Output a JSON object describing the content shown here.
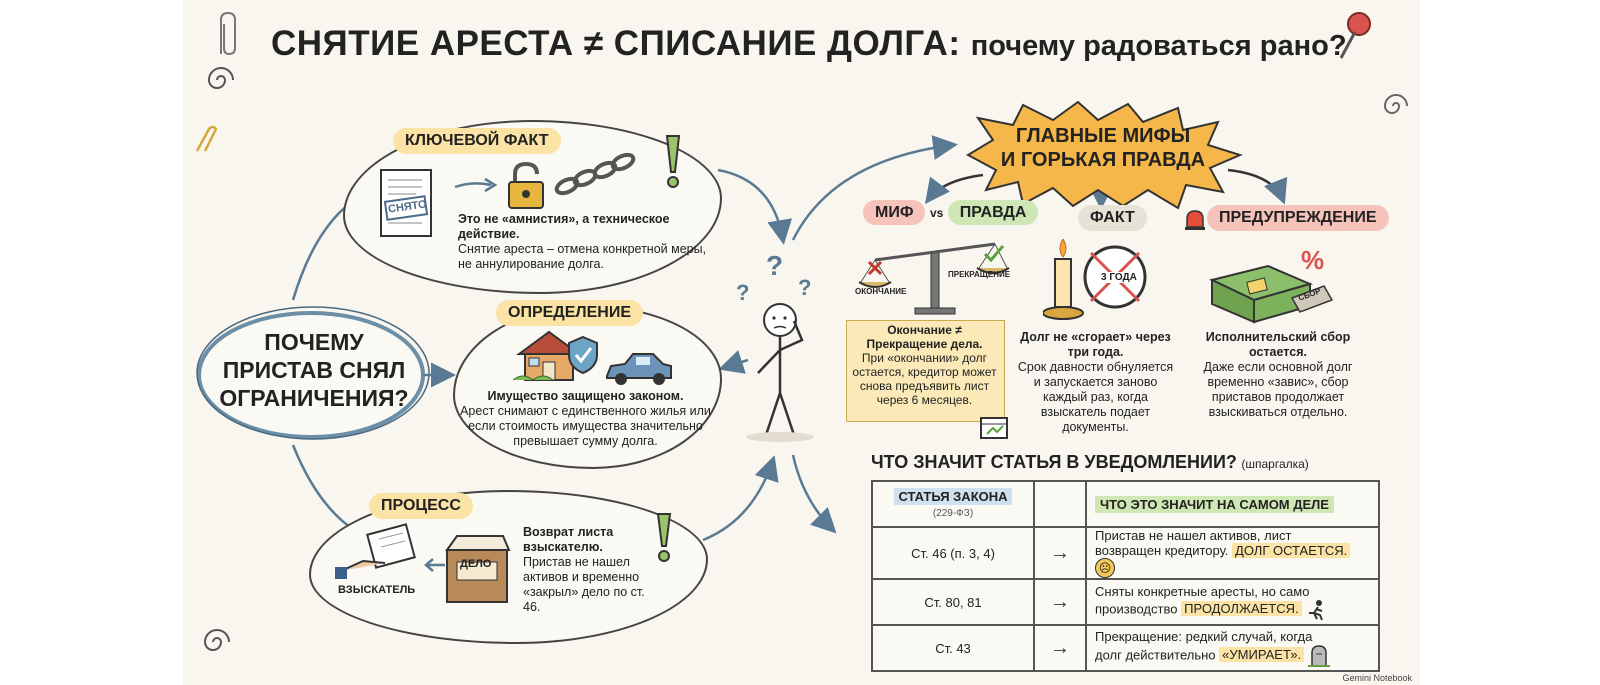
{
  "title": {
    "main": "СНЯТИЕ АРЕСТА ≠ СПИСАНИЕ ДОЛГА:",
    "sub": "почему радоваться рано?"
  },
  "central_question": {
    "line1": "ПОЧЕМУ",
    "line2": "ПРИСТАВ СНЯЛ",
    "line3": "ОГРАНИЧЕНИЯ?"
  },
  "key_fact": {
    "tag": "КЛЮЧЕВОЙ ФАКТ",
    "stamp": "СНЯТО",
    "bold": "Это не «амнистия», а техническое действие.",
    "text": "Снятие ареста – отмена конкретной меры, не аннулирование долга."
  },
  "definition": {
    "tag": "ОПРЕДЕЛЕНИЕ",
    "bold": "Имущество защищено законом.",
    "text": "Арест снимают с единственного жилья или если стоимость имущества значительно превышает сумму долга."
  },
  "process": {
    "tag": "ПРОЦЕСС",
    "folder": "ДЕЛО",
    "claimant": "ВЗЫСКАТЕЛЬ",
    "bold": "Возврат листа взыскателю.",
    "text": "Пристав не нашел активов и временно «закрыл» дело по ст. 46."
  },
  "myths_banner": {
    "line1": "ГЛАВНЫЕ МИФЫ",
    "line2": "И ГОРЬКАЯ ПРАВДА"
  },
  "myth_truth": {
    "tag_myth": "МИФ",
    "tag_vs": "vs",
    "tag_truth": "ПРАВДА",
    "scale_left": "ОКОНЧАНИЕ",
    "scale_right": "ПРЕКРАЩЕНИЕ",
    "bold": "Окончание ≠ Прекращение дела.",
    "text": "При «окончании» долг остается, кредитор может снова предъявить лист через 6 месяцев."
  },
  "fact": {
    "tag": "ФАКТ",
    "clock": "3 ГОДА",
    "bold": "Долг не «сгорает» через три года.",
    "text": "Срок давности обнуляется и запускается заново каждый раз, когда взыскатель подает документы."
  },
  "warning": {
    "tag": "ПРЕДУПРЕЖДЕНИЕ",
    "percent": "%",
    "fee": "СБОР",
    "bold": "Исполнительский сбор остается.",
    "text": "Даже если основной долг временно «завис», сбор приставов продолжает взыскиваться отдельно."
  },
  "cheatsheet": {
    "heading": "ЧТО ЗНАЧИТ СТАТЬЯ В УВЕДОМЛЕНИИ?",
    "heading_note": "(шпаргалка)",
    "col1": "СТАТЬЯ ЗАКОНА",
    "col1_sub": "(229-ФЗ)",
    "col2": "ЧТО ЭТО ЗНАЧИТ НА САМОМ ДЕЛЕ",
    "rows": [
      {
        "article": "Ст. 46 (п. 3, 4)",
        "text1": "Пристав не нашел активов, лист",
        "text2": "возвращен кредитору.",
        "highlight": "ДОЛГ ОСТАЕТСЯ.",
        "icon": "sad-face-icon"
      },
      {
        "article": "Ст. 80, 81",
        "text1": "Сняты конкретные аресты, но само",
        "text2": "производство",
        "highlight": "ПРОДОЛЖАЕТСЯ.",
        "icon": "running-man-icon"
      },
      {
        "article": "Ст. 43",
        "text1": "Прекращение: редкий случай, когда",
        "text2": "долг действительно",
        "highlight": "«УМИРАЕТ».",
        "icon": "tombstone-icon"
      }
    ]
  },
  "footer": "Gemini Notebook",
  "colors": {
    "yellow_tag": "#fbe3a6",
    "green_tag": "#cfe7b5",
    "red_tag": "#f6c3bb",
    "paper": "#f9f6ef",
    "burst": "#f5b74a"
  }
}
